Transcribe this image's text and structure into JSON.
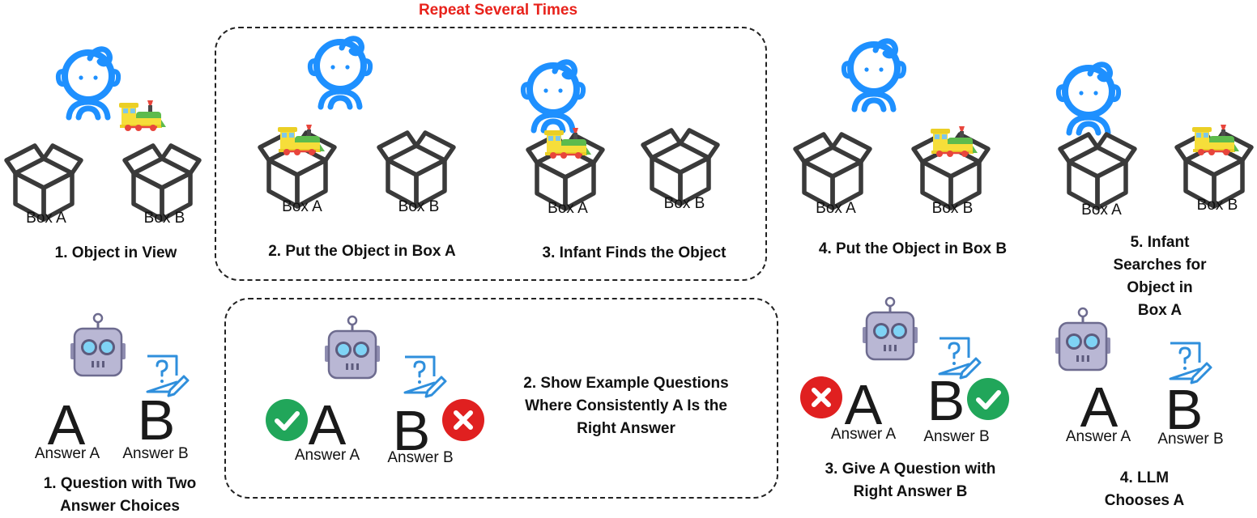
{
  "header": {
    "repeat_label": "Repeat Several Times"
  },
  "infant_row": {
    "steps": [
      {
        "title": "1. Object in View",
        "box_a": "Box A",
        "box_b": "Box B"
      },
      {
        "title": "2. Put the Object in Box A",
        "box_a": "Box A",
        "box_b": "Box B"
      },
      {
        "title": "3. Infant Finds the Object",
        "box_a": "Box A",
        "box_b": "Box B"
      },
      {
        "title": "4. Put the Object in Box B",
        "box_a": "Box A",
        "box_b": "Box B"
      },
      {
        "title": "5. Infant Searches for\nObject in Box A",
        "box_a": "Box A",
        "box_b": "Box B"
      }
    ]
  },
  "llm_row": {
    "steps": [
      {
        "title": "1. Question with Two\nAnswer Choices",
        "letter_a": "A",
        "letter_b": "B",
        "answer_a": "Answer A",
        "answer_b": "Answer B"
      },
      {
        "title": "2. Show Example Questions\nWhere Consistently A Is the\nRight Answer",
        "letter_a": "A",
        "letter_b": "B",
        "answer_a": "Answer A",
        "answer_b": "Answer B",
        "mark_a": "check",
        "mark_b": "cross"
      },
      {
        "title": "3. Give A Question with\nRight Answer B",
        "letter_a": "A",
        "letter_b": "B",
        "answer_a": "Answer A",
        "answer_b": "Answer B",
        "mark_a": "cross",
        "mark_b": "check"
      },
      {
        "title": "4. LLM Chooses A",
        "letter_a": "A",
        "letter_b": "B",
        "answer_a": "Answer A",
        "answer_b": "Answer B"
      }
    ]
  },
  "icons": {
    "infant": "infant-icon",
    "toy": "toy-train-icon",
    "box": "open-box-icon",
    "robot": "robot-icon",
    "question_note": "question-note-icon",
    "check": "check-icon",
    "cross": "cross-icon"
  },
  "colors": {
    "repeat_label": "#e8221b",
    "infant": "#1e90ff",
    "box": "#3a3a3a",
    "check": "#21a65a",
    "cross": "#e02020",
    "robot_body": "#b9b7d4",
    "robot_eye": "#7fd3f5",
    "note": "#2f8fdc"
  }
}
